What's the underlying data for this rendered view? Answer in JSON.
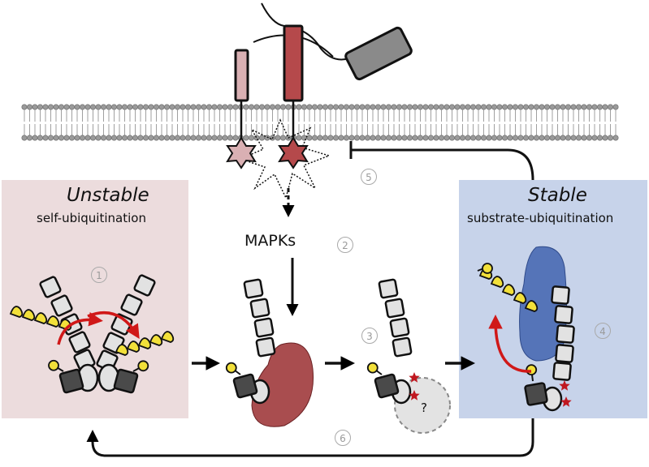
{
  "panels": {
    "left": {
      "title": "Unstable",
      "subtitle": "self-ubiquitination",
      "color": "#ecdcdd"
    },
    "right": {
      "title": "Stable",
      "subtitle": "substrate-ubiquitination",
      "color": "#c7d3ea"
    }
  },
  "mapk_label": "MAPKs",
  "question_mark": "?",
  "steps": [
    "1",
    "2",
    "3",
    "4",
    "5",
    "6"
  ],
  "colors": {
    "receptor_light": "#d9b0b3",
    "receptor_dark": "#b5494b",
    "ligand": "#8a8a8a",
    "kinase": "#a03a3c",
    "substrate": "#5574b8",
    "ubiquitin": "#f2e03a",
    "phospho": "#c01820",
    "membrane": "#9a9a9a"
  }
}
